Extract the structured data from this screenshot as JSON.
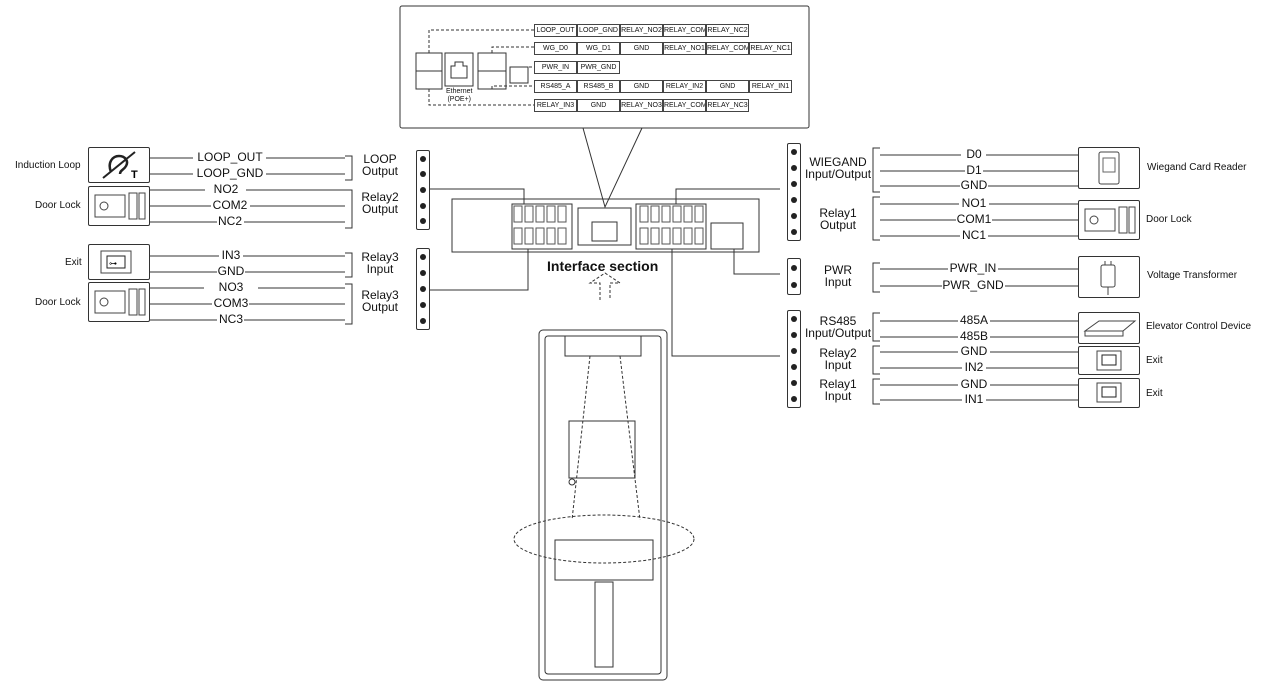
{
  "title": "Interface section",
  "ethernet": {
    "line1": "Ethernet",
    "line2": "(POE+)"
  },
  "pinout_rows": [
    [
      "LOOP_OUT",
      "LOOP_GND",
      "RELAY_NO2",
      "RELAY_COM2",
      "RELAY_NC2"
    ],
    [
      "WG_D0",
      "WG_D1",
      "GND",
      "RELAY_NO1",
      "RELAY_COM1",
      "RELAY_NC1"
    ],
    [
      "PWR_IN",
      "PWR_GND"
    ],
    [
      "RS485_A",
      "RS485_B",
      "GND",
      "RELAY_IN2",
      "GND",
      "RELAY_IN1"
    ],
    [
      "RELAY_IN3",
      "GND",
      "RELAY_NO3",
      "RELAY_COM3",
      "RELAY_NC3"
    ]
  ],
  "left_groups": [
    {
      "name": "LOOP",
      "sub": "Output",
      "pins": [
        "LOOP_OUT",
        "LOOP_GND"
      ],
      "device": "Induction Loop",
      "icon": "induction-loop-icon"
    },
    {
      "name": "Relay2",
      "sub": "Output",
      "pins": [
        "NO2",
        "COM2",
        "NC2"
      ],
      "device": "Door Lock",
      "icon": "door-lock-icon"
    },
    {
      "name": "Relay3",
      "sub": "Input",
      "pins": [
        "IN3",
        "GND"
      ],
      "device": "Exit",
      "icon": "exit-button-icon"
    },
    {
      "name": "Relay3",
      "sub": "Output",
      "pins": [
        "NO3",
        "COM3",
        "NC3"
      ],
      "device": "Door Lock",
      "icon": "door-lock-icon"
    }
  ],
  "right_groups": [
    {
      "name": "WIEGAND",
      "sub": "Input/Output",
      "pins": [
        "D0",
        "D1",
        "GND"
      ],
      "device": "Wiegand Card Reader",
      "icon": "card-reader-icon"
    },
    {
      "name": "Relay1",
      "sub": "Output",
      "pins": [
        "NO1",
        "COM1",
        "NC1"
      ],
      "device": "Door Lock",
      "icon": "door-lock-icon"
    },
    {
      "name": "PWR",
      "sub": "Input",
      "pins": [
        "PWR_IN",
        "PWR_GND"
      ],
      "device": "Voltage Transformer",
      "icon": "power-adapter-icon"
    },
    {
      "name": "RS485",
      "sub": "Input/Output",
      "pins": [
        "485A",
        "485B"
      ],
      "device": "Elevator Control Device",
      "icon": "elevator-controller-icon"
    },
    {
      "name": "Relay2",
      "sub": "Input",
      "pins": [
        "GND",
        "IN2"
      ],
      "device": "Exit",
      "icon": "exit-button-icon"
    },
    {
      "name": "Relay1",
      "sub": "Input",
      "pins": [
        "GND",
        "IN1"
      ],
      "device": "Exit",
      "icon": "exit-button-icon"
    }
  ]
}
